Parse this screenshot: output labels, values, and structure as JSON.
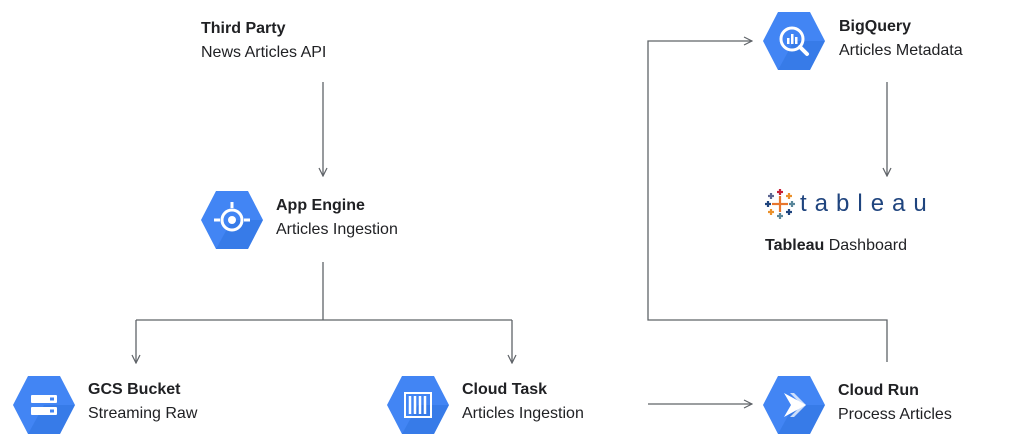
{
  "colors": {
    "hex": "#4285f4",
    "hex_dark": "#2a6fd9",
    "line": "#5f6368",
    "text": "#202124"
  },
  "nodes": {
    "third_party": {
      "title": "Third Party",
      "subtitle": "News Articles API"
    },
    "app_engine": {
      "title": "App Engine",
      "subtitle": "Articles Ingestion",
      "icon": "app-engine-icon"
    },
    "gcs_bucket": {
      "title": "GCS Bucket",
      "subtitle": "Streaming Raw",
      "icon": "gcs-bucket-icon"
    },
    "cloud_task": {
      "title": "Cloud Task",
      "subtitle": "Articles Ingestion",
      "icon": "cloud-task-icon"
    },
    "cloud_run": {
      "title": "Cloud Run",
      "subtitle": "Process Articles",
      "icon": "cloud-run-icon"
    },
    "bigquery": {
      "title": "BigQuery",
      "subtitle": "Articles Metadata",
      "icon": "bigquery-icon"
    },
    "tableau": {
      "logo_text": "tableau",
      "title_bold": "Tableau",
      "title_rest": " Dashboard"
    }
  }
}
